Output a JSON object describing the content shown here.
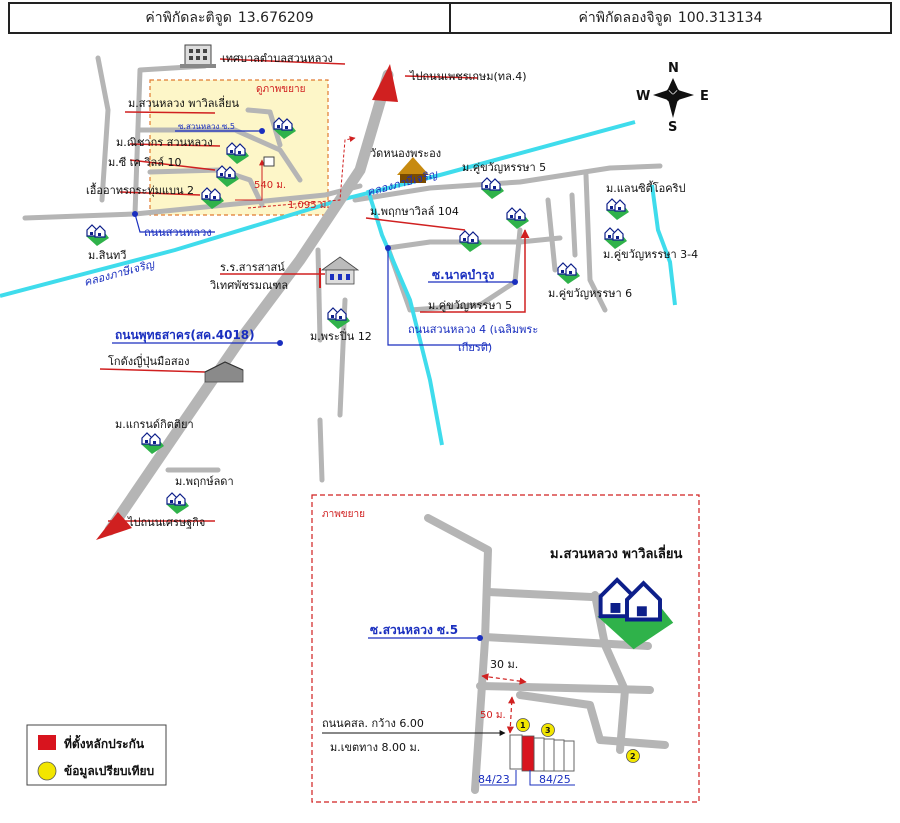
{
  "header": {
    "lat_label": "ค่าพิกัดละติจูด",
    "lat_value": "13.676209",
    "lng_label": "ค่าพิกัดลองจิจูด",
    "lng_value": "100.313134"
  },
  "compass": {
    "n": "N",
    "s": "S",
    "e": "E",
    "w": "W"
  },
  "places": {
    "municipality": "เทศบาลตำบลสวนหลวง",
    "to_phetkasem": "ไปถนนเพชรเกษม(ทล.4)",
    "zoom_label": "ดูภาพขยาย",
    "suan_luang_villa": "ม.สวนหลวง พาวิลเลี่ยน",
    "soi5_small": "ซ.สวนหลวง ซ.5",
    "nichakorn": "ม.ณิชากร สวนหลวง",
    "ck_ville": "ม.ซี เค วิลล์ 10",
    "townhouse": "เอื้ออาทรกระทุ่มแบน 2",
    "dist_540": "540 ม.",
    "dist_1095": "1,095 ม.",
    "wat": "วัดหนองพระอง",
    "kuchawan5_top": "ม.คู่ขวัญหรรษา 5",
    "land_city": "ม.แลนซิตี้โอคริป",
    "kuchawan34": "ม.คู่ขวัญหรรษา 3-4",
    "kuchawan6": "ม.คู่ขวัญหรรษา 6",
    "kuchawan5_bottom": "ม.คู่ขวัญหรรษา 5",
    "pruksa104": "ม.พฤกษาวิลล์ 104",
    "sinthawee": "ม.สินทวี",
    "canal_top": "คลองภาษีเจริญ",
    "canal_left": "คลองภาษีเจริญ",
    "road_suanluang": "ถนนสวนหลวง",
    "soi_nakbamrung": "ซ.นาคบำรุง",
    "road_suanluang4_a": "ถนนสวนหลวง 4 (เฉลิมพระ",
    "road_suanluang4_b": "เกียรติ)",
    "school_a": "ร.ร.สารสาสน์",
    "school_b": "วิเทศพัชรมณฑล",
    "road_phutthasakhon": "ถนนพุทธสาคร(สค.4018)",
    "phrapin12": "ม.พระปิ่น 12",
    "warehouse": "โกดังญี่ปุ่นมือสอง",
    "grand_kittiya": "ม.แกรนด์กิตติยา",
    "pruklada": "ม.พฤกษ์ลดา",
    "to_setthakit": "ไปถนนเศรษฐกิจ"
  },
  "inset": {
    "title": "ภาพขยาย",
    "village": "ม.สวนหลวง พาวิลเลี่ยน",
    "soi5": "ซ.สวนหลวง ซ.5",
    "dist_30": "30 ม.",
    "dist_50": "50 ม.",
    "road_width": "ถนนคสล. กว้าง 6.00",
    "expressway": "ม.เขตทาง 8.00 ม.",
    "house_a": "84/23",
    "house_b": "84/25",
    "marker1": "1",
    "marker2": "2",
    "marker3": "3"
  },
  "legend": {
    "collateral": "ที่ตั้งหลักประกัน",
    "comparable": "ข้อมูลเปรียบเทียบ"
  },
  "colors": {
    "main_road": "#b5b5b5",
    "canal": "#3fdcec",
    "zoom_area": "#fdf6c8",
    "pointer": "#d02020",
    "road_label": "#1a2fbf",
    "marker": "#f2e600"
  }
}
